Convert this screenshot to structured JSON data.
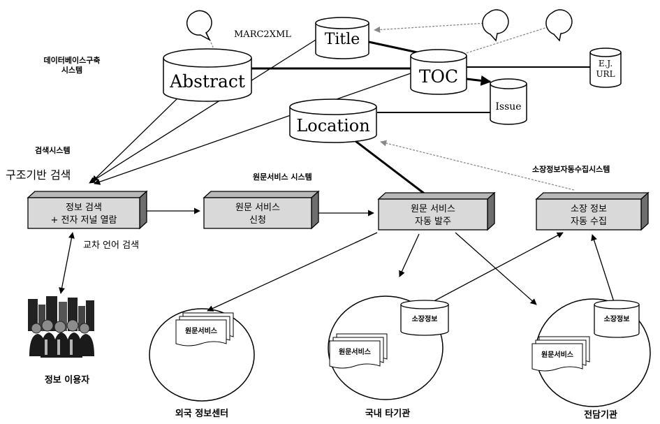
{
  "databases": {
    "title": "Title",
    "abstract": "Abstract",
    "toc": "TOC",
    "issue": "Issue",
    "location": "Location",
    "ej_url_line1": "E.J.",
    "ej_url_line2": "URL"
  },
  "labels": {
    "marc2xml": "MARC2XML",
    "db_build_system_line1": "데이터베이스구축",
    "db_build_system_line2": "시스템",
    "search_system": "검색시스템",
    "structure_search": "구조기반 검색",
    "fulltext_service_system": "원문서비스 시스템",
    "holding_collection_system": "소장정보자동수집시스템",
    "cross_language_search": "교차 언어 검색",
    "info_user": "정보 이용자",
    "foreign_info_center": "외국 정보센터",
    "domestic_other_org": "국내 타기관",
    "dedicated_org": "전담기관"
  },
  "process_boxes": {
    "search_line1": "정보 검색",
    "search_line2": "+ 전자 저널 열람",
    "request_line1": "원문 서비스",
    "request_line2": "신청",
    "order_line1": "원문 서비스",
    "order_line2": "자동 발주",
    "collect_line1": "소장 정보",
    "collect_line2": "자동 수집"
  },
  "docs": {
    "foreign_doc": "원문서비스",
    "domestic_doc": "원문서비스",
    "domestic_db": "소장정보",
    "dedicated_doc": "원문서비스",
    "dedicated_db": "소장정보"
  }
}
